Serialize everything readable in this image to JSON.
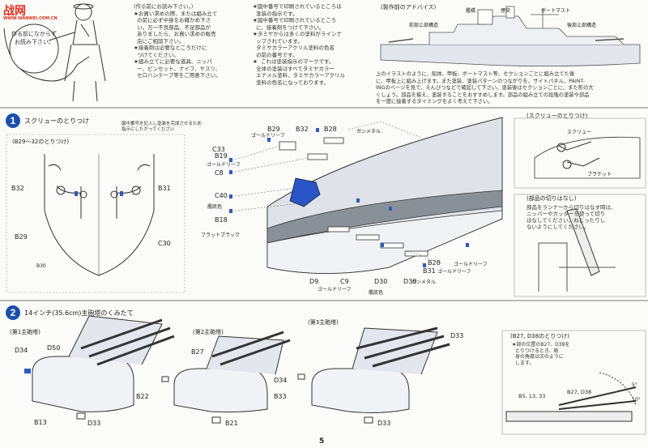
{
  "logo": {
    "text": "战网",
    "sub": "WWW.WANWEI.COM.CN"
  },
  "bubble": {
    "line1": "作る前になからず",
    "line2": "お読み下さい。"
  },
  "intro": {
    "col1": "(作る前にお読み下さい。)\n★お買い求めの際、または組み立て\n  の前に必ず中身をお確かめ下さ\n  い。万一不良部品、不足部品が\n  ありましたら、お買い求めの販売\n  店にご相談下さい。\n★接着剤は必要なところだけに\n  つけてください。\n★組み立てに必要な道具、ニッパ\n  ー、ピンセット、ナイフ、ヤスリ、\n  セロハンテープ等をご用意下さい。",
    "col2": "★図中番号で印刷されているところは\n  塗装の指示です。\n★図中番号で印刷されているところ\n  に、接着剤をつけて下さい。\n★タミヤからは多くの塗料がラインナ\n  ップされています。\n  タミヤカラーアクリル塗料の色名\n  の前の番号です。\n★  これは塗装指示のマークです。\n  全体の塗装はすべてタミヤカラー\n  エナメル塗料、タミヤカラーアクリル\n  塗料の色名になっております。",
    "col3": "上のイラストのように、船体、甲板、ボートマスト等、セクションごとに組み立てた後\nに、甲板上に組み上げます。また塗装、塗装パターンのつながりを、サイトパネル、PAINT-\nINGのページを見て、えんびつなどで確認して下さい。塗装後はセクションごとに、また形の大\nくしょう。部品を揃え、塗装することをおすすめします。部品の組み立ての段階の塗装や部品\nを一度に接着するタイミングをよく考えて下さい。"
  },
  "advice": {
    "title": "(製作前のアドバイス)",
    "labels": [
      "艦橋",
      "煙突",
      "ボートマスト",
      "前部上部構造",
      "後部上部構造"
    ]
  },
  "step1": {
    "number": "1",
    "title": "スクリューのとりつけ",
    "note": "図中番号を記入し塗装を完成させるため\n指示にしたがってください",
    "sub": "(B29〜32のとりつけ)",
    "parts_left": [
      "B32",
      "B31",
      "B29",
      "C30",
      "B30"
    ],
    "parts_main": [
      "C33",
      "B29",
      "B19",
      "C8",
      "C40",
      "B18",
      "B28",
      "B32",
      "B28",
      "B31",
      "D9",
      "D30",
      "C9",
      "D30"
    ],
    "colors": [
      "ゴールドリーフ",
      "艦底色",
      "ガンメタル",
      "フラットブラック",
      "ゴールドリーフ",
      "ゴールドリーフ",
      "艦底色",
      "ガンメタル",
      "ゴールドリーフ",
      "ゴールドリーフ"
    ],
    "screw_box": {
      "title": "(スクリューのとりつけ)",
      "labels": [
        "スクリュー",
        "ブラケット"
      ]
    },
    "cut_box": {
      "title": "(部品の切りはなし)",
      "text": "部品をランナーから切りはなす時は、\nニッパーやカッターを使って切り\nはなしてください。ねじったりし\nないようにしてください。"
    }
  },
  "step2": {
    "number": "2",
    "title": "14インチ(35.6cm)主砲塔のくみたて",
    "sub1": "(第1主砲塔)",
    "sub2": "(第2主砲塔)",
    "sub3": "(第3主砲塔)",
    "parts1": [
      "D34",
      "D50",
      "B13",
      "D33"
    ],
    "parts2": [
      "B27",
      "B22",
      "B21"
    ],
    "parts3": [
      "D33",
      "D34",
      "B33",
      "D33"
    ],
    "guide": {
      "title": "(B27, D38のとりつけ)",
      "text": "★部の位置のB27、D38を\n  とりつけるとき、砲\n  身の角度は次のように\n  します。",
      "parts": [
        "B5, 13, 33",
        "B27, D38"
      ],
      "angles": [
        "5°",
        "10°"
      ]
    }
  },
  "page_number": "5"
}
